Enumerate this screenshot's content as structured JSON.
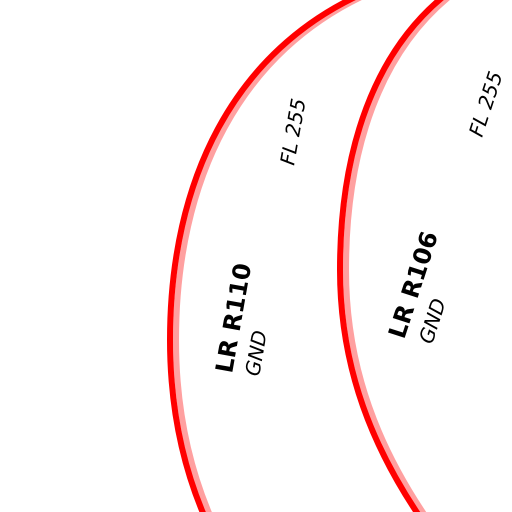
{
  "colors": {
    "boundary": "#ff0000",
    "boundary_halo": "#ffa0a0",
    "background": "#ffffff",
    "text": "#000000"
  },
  "areas": [
    {
      "name": "LR R110",
      "lower_limit": "GND",
      "upper_limit": "FL 255"
    },
    {
      "name": "LR R106",
      "lower_limit": "GND",
      "upper_limit": "FL 255"
    }
  ]
}
